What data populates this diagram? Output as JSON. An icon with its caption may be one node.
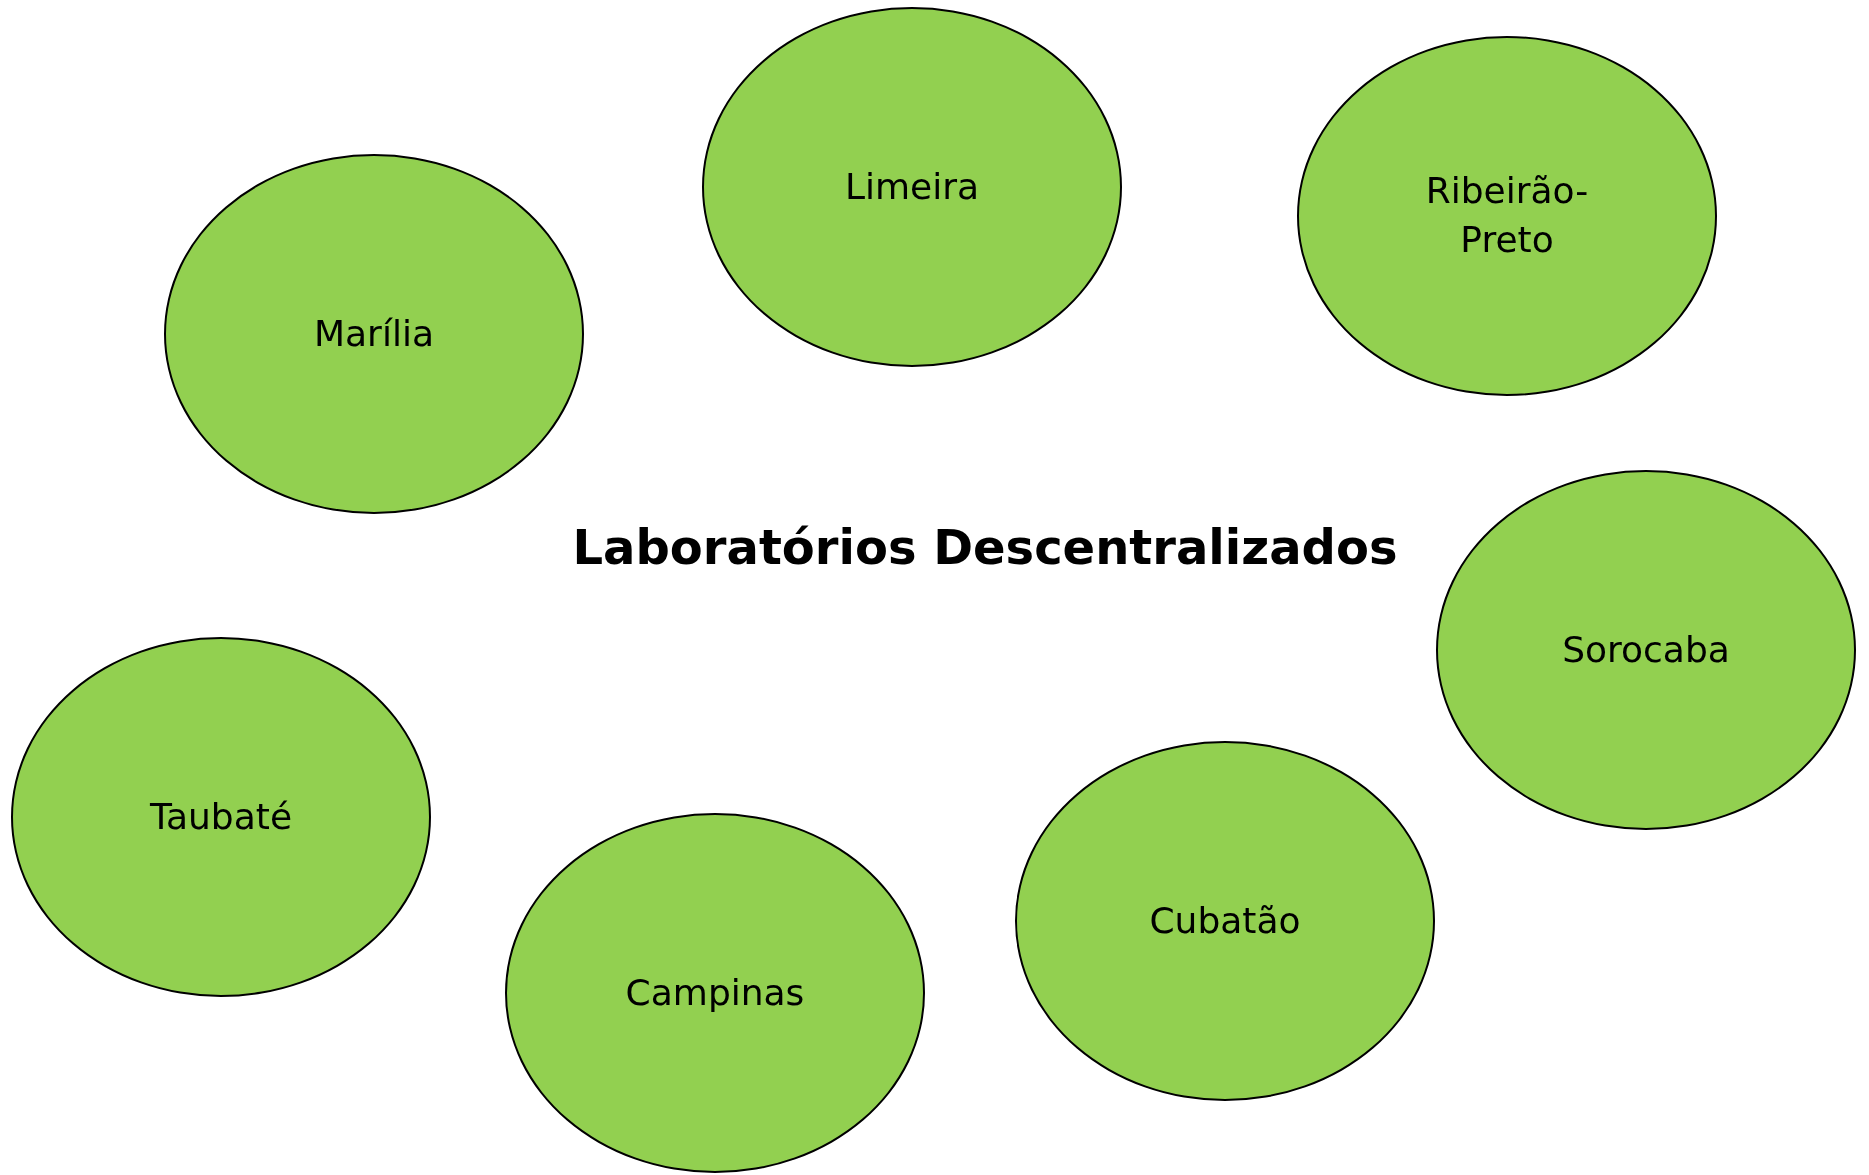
{
  "diagram": {
    "title": "Laboratórios Descentralizados",
    "nodes": [
      {
        "text": [
          "Limeira"
        ]
      },
      {
        "text": [
          "Ribeirão-Preto"
        ]
      },
      {
        "text": [
          "Marília"
        ]
      },
      {
        "text": [
          "Sorocaba"
        ]
      },
      {
        "text": [
          "Taubaté"
        ]
      },
      {
        "text": [
          "Cubatão"
        ]
      },
      {
        "text": [
          "Campinas"
        ]
      }
    ]
  }
}
